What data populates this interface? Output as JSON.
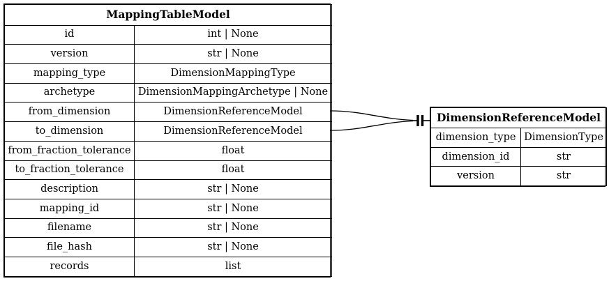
{
  "diagram": {
    "type": "entity-relationship-diagram",
    "background_color": "#ffffff",
    "line_color": "#000000",
    "text_color": "#000000",
    "entities": [
      {
        "name": "MappingTableModel",
        "title": "MappingTableModel",
        "fields": [
          {
            "name": "id",
            "type": "int | None"
          },
          {
            "name": "version",
            "type": "str | None"
          },
          {
            "name": "mapping_type",
            "type": "DimensionMappingType"
          },
          {
            "name": "archetype",
            "type": "DimensionMappingArchetype | None"
          },
          {
            "name": "from_dimension",
            "type": "DimensionReferenceModel"
          },
          {
            "name": "to_dimension",
            "type": "DimensionReferenceModel"
          },
          {
            "name": "from_fraction_tolerance",
            "type": "float"
          },
          {
            "name": "to_fraction_tolerance",
            "type": "float"
          },
          {
            "name": "description",
            "type": "str | None"
          },
          {
            "name": "mapping_id",
            "type": "str | None"
          },
          {
            "name": "filename",
            "type": "str | None"
          },
          {
            "name": "file_hash",
            "type": "str | None"
          },
          {
            "name": "records",
            "type": "list"
          }
        ]
      },
      {
        "name": "DimensionReferenceModel",
        "title": "DimensionReferenceModel",
        "fields": [
          {
            "name": "dimension_type",
            "type": "DimensionType"
          },
          {
            "name": "dimension_id",
            "type": "str"
          },
          {
            "name": "version",
            "type": "str"
          }
        ]
      }
    ],
    "relationships": [
      {
        "from_entity": "MappingTableModel",
        "from_field": "from_dimension",
        "to_entity": "DimensionReferenceModel",
        "cardinality": "exactly-one",
        "marker": "double-tick"
      },
      {
        "from_entity": "MappingTableModel",
        "from_field": "to_dimension",
        "to_entity": "DimensionReferenceModel",
        "cardinality": "exactly-one",
        "marker": "double-tick"
      }
    ]
  }
}
